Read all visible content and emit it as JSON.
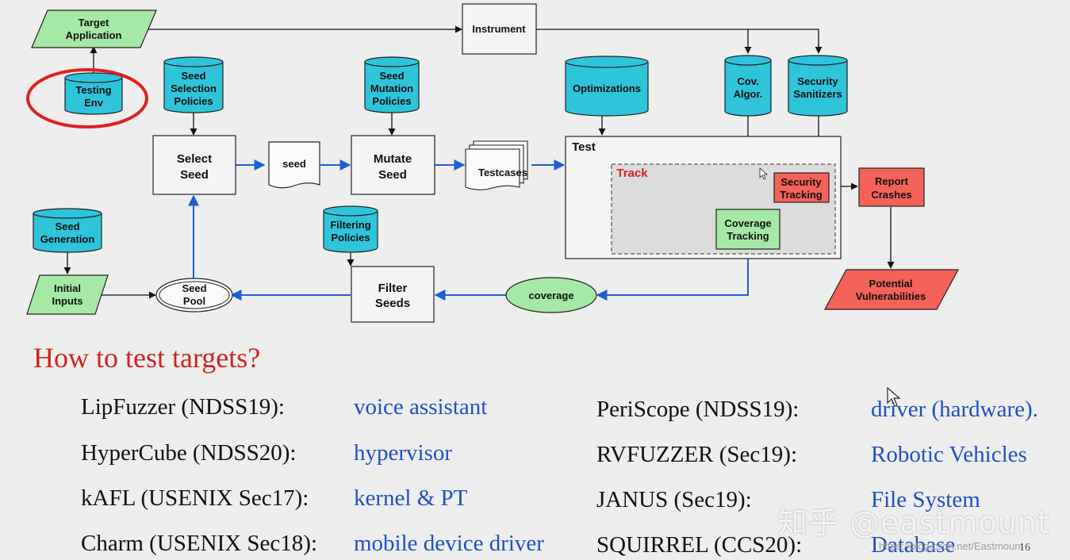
{
  "diagram": {
    "target_application": [
      "Target",
      "Application"
    ],
    "testing_env": [
      "Testing",
      "Env"
    ],
    "instrument": "Instrument",
    "seed_selection_policies": [
      "Seed",
      "Selection",
      "Policies"
    ],
    "seed_mutation_policies": [
      "Seed",
      "Mutation",
      "Policies"
    ],
    "optimizations": "Optimizations",
    "cov_algor": [
      "Cov.",
      "Algor."
    ],
    "security_sanitizers": [
      "Security",
      "Sanitizers"
    ],
    "select_seed": [
      "Select",
      "Seed"
    ],
    "seed": "seed",
    "mutate_seed": [
      "Mutate",
      "Seed"
    ],
    "testcases": "Testcases",
    "test": "Test",
    "track": "Track",
    "security_tracking": [
      "Security",
      "Tracking"
    ],
    "coverage_tracking": [
      "Coverage",
      "Tracking"
    ],
    "report_crashes": [
      "Report",
      "Crashes"
    ],
    "potential_vulnerabilities": [
      "Potential",
      "Vulnerabilities"
    ],
    "seed_generation": [
      "Seed",
      "Generation"
    ],
    "filtering_policies": [
      "Filtering",
      "Policies"
    ],
    "initial_inputs": [
      "Initial",
      "Inputs"
    ],
    "seed_pool": [
      "Seed",
      "Pool"
    ],
    "filter_seeds": [
      "Filter",
      "Seeds"
    ],
    "coverage": "coverage",
    "colors": {
      "green": "#a6e9a6",
      "cyan": "#2ec5db",
      "red_box": "#f4625a",
      "blue_arrow": "#1f5fd6",
      "highlight_circle": "#e02020"
    }
  },
  "question": "How to test targets?",
  "list": {
    "left": [
      {
        "fuzzer": "LipFuzzer (NDSS19):",
        "target": "voice assistant"
      },
      {
        "fuzzer": "HyperCube (NDSS20):",
        "target": "hypervisor"
      },
      {
        "fuzzer": "kAFL (USENIX Sec17):",
        "target": "kernel & PT"
      },
      {
        "fuzzer": "Charm (USENIX Sec18):",
        "target": "mobile device driver"
      }
    ],
    "right": [
      {
        "fuzzer": "PeriScope (NDSS19):",
        "target": "driver (hardware)."
      },
      {
        "fuzzer": "RVFUZZER (Sec19):",
        "target": "Robotic Vehicles"
      },
      {
        "fuzzer": "JANUS (Sec19):",
        "target": "File System"
      },
      {
        "fuzzer": "SQUIRREL (CCS20):",
        "target": "Database"
      }
    ]
  },
  "watermark": "知乎 @eastmount",
  "watermark_url": "https://blog.csdn.net/Eastmount",
  "page_number": "16"
}
